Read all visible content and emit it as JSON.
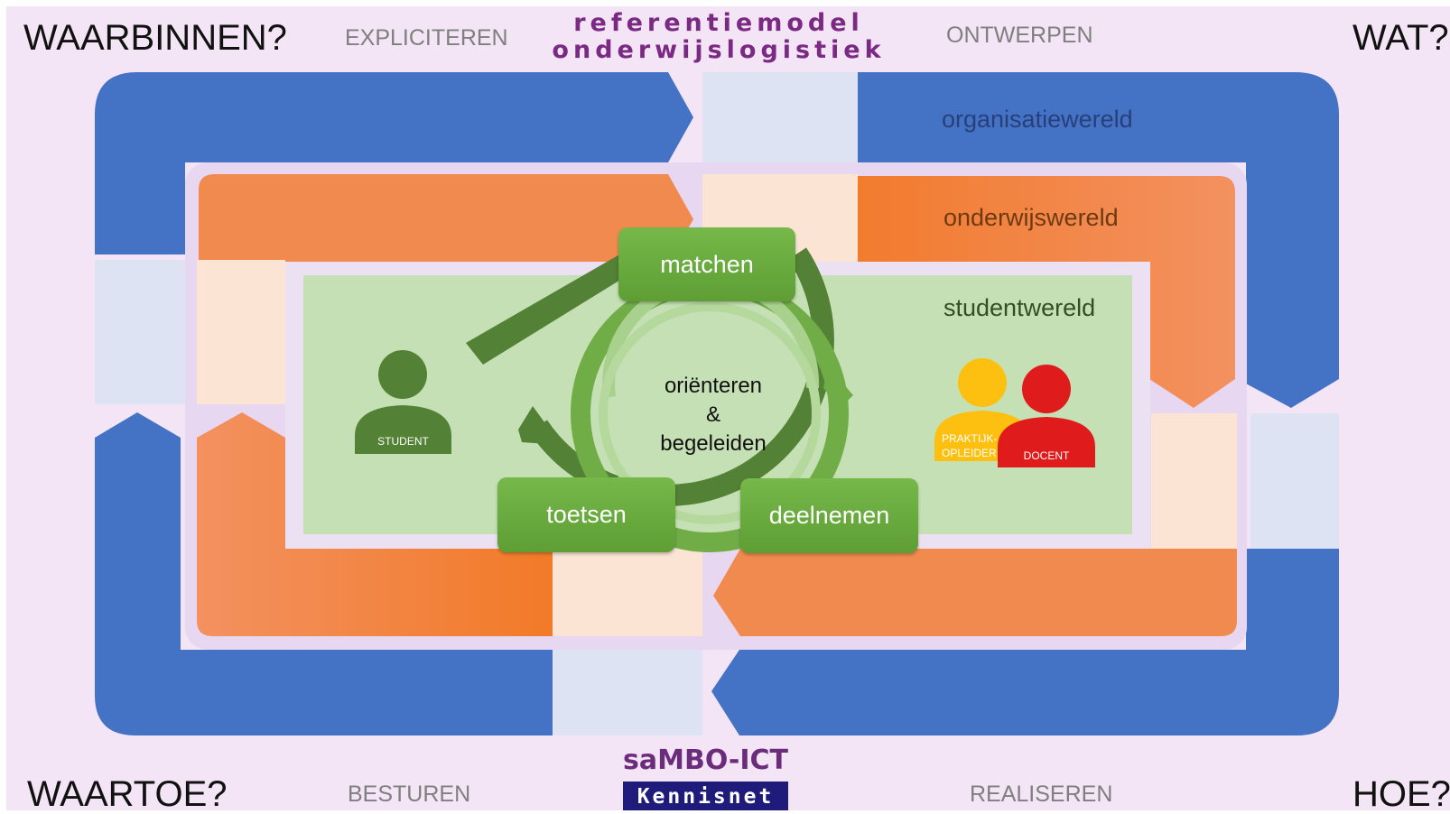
{
  "title": {
    "line1": "referentiemodel",
    "line2": "onderwijslogistiek"
  },
  "corners": {
    "top_left": "WAARBINNEN?",
    "top_right": "WAT?",
    "bottom_left": "WAARTOE?",
    "bottom_right": "HOE?"
  },
  "phases": {
    "top_left": "EXPLICITEREN",
    "top_right": "ONTWERPEN",
    "bottom_left": "BESTUREN",
    "bottom_right": "REALISEREN"
  },
  "worlds": {
    "outer": "organisatiewereld",
    "middle": "onderwijswereld",
    "inner": "studentwereld"
  },
  "cycle": {
    "center": [
      "oriënteren",
      "&",
      "begeleiden"
    ],
    "steps": {
      "top": "matchen",
      "bottom_right": "deelnemen",
      "bottom_left": "toetsen"
    }
  },
  "actors": {
    "student": "STUDENT",
    "praktijkopleider": [
      "PRAKTIJK-",
      "OPLEIDER"
    ],
    "docent": "DOCENT"
  },
  "logos": {
    "sambo": "saMBO-ICT",
    "kennisnet": "Kennisnet"
  },
  "colors": {
    "background": "#f3e5f5",
    "organisatie_blue": "#4472c4",
    "onderwijs_orange": "#f08a4f",
    "student_green": "#c5e0b4",
    "cycle_dark_green": "#538135",
    "cycle_green": "#70ad47",
    "title_purple": "#7b2a84",
    "student_icon": "#538135",
    "praktijkopleider_yellow": "#fdc010",
    "docent_red": "#e01b1b"
  }
}
